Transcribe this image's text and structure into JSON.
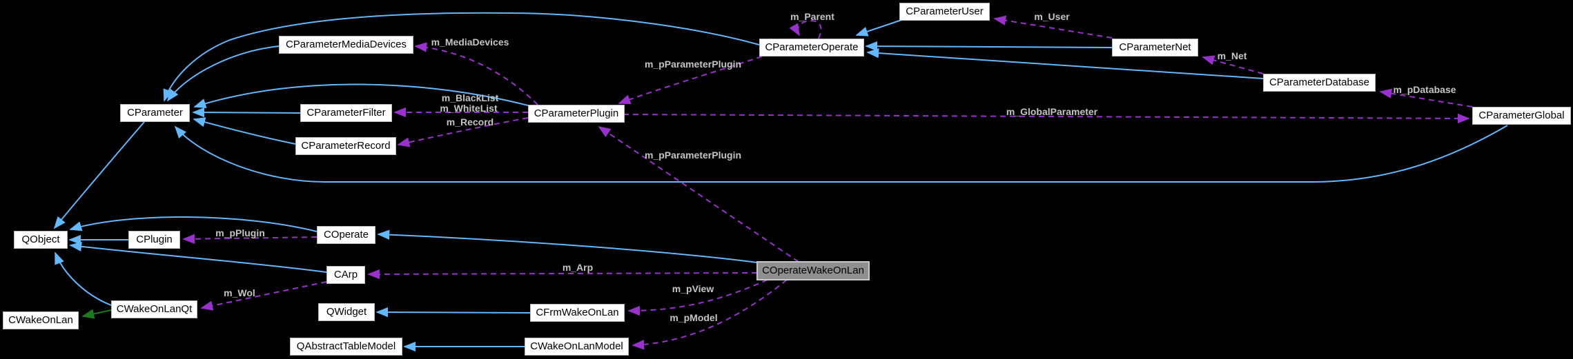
{
  "diagram_type": "collaboration-graph",
  "colors": {
    "background": "#000000",
    "inheritance_edge": "#63b8ff",
    "usage_edge": "#9932cc",
    "protected_inheritance_edge": "#1f7a1f",
    "node_fill": "#ffffff",
    "node_border": "#b9b9b9",
    "node_text": "#000000",
    "highlight_node_fill": "#8f8f8f",
    "edge_label_text": "#c5c5c5"
  },
  "nodes": {
    "cparameter": "CParameter",
    "cparameter_media_devices": "CParameterMediaDevices",
    "cparameter_filter": "CParameterFilter",
    "cparameter_record": "CParameterRecord",
    "cparameter_plugin": "CParameterPlugin",
    "cparameter_operate": "CParameterOperate",
    "cparameter_user": "CParameterUser",
    "cparameter_net": "CParameterNet",
    "cparameter_database": "CParameterDatabase",
    "cparameter_global": "CParameterGlobal",
    "qobject": "QObject",
    "cplugin": "CPlugin",
    "coperate": "COperate",
    "carp": "CArp",
    "cwakeonlanqt": "CWakeOnLanQt",
    "cwakeonlan": "CWakeOnLan",
    "qwidget": "QWidget",
    "qabstracttablemodel": "QAbstractTableModel",
    "cfrmwakeonlan": "CFrmWakeOnLan",
    "cwakeonlanmodel": "CWakeOnLanModel",
    "coperatewakeonlan": "COperateWakeOnLan"
  },
  "edge_labels": {
    "media_devices": "m_MediaDevices",
    "black_list": "m_BlackList",
    "white_list": "m_WhiteList",
    "record": "m_Record",
    "p_parameter_plugin_operate": "m_pParameterPlugin",
    "p_parameter_plugin_wol": "m_pParameterPlugin",
    "parent": "m_Parent",
    "user": "m_User",
    "net": "m_Net",
    "p_database": "m_pDatabase",
    "global_parameter": "m_GlobalParameter",
    "p_plugin": "m_pPlugin",
    "arp": "m_Arp",
    "wol": "m_Wol",
    "p_view": "m_pView",
    "p_model": "m_pModel"
  }
}
